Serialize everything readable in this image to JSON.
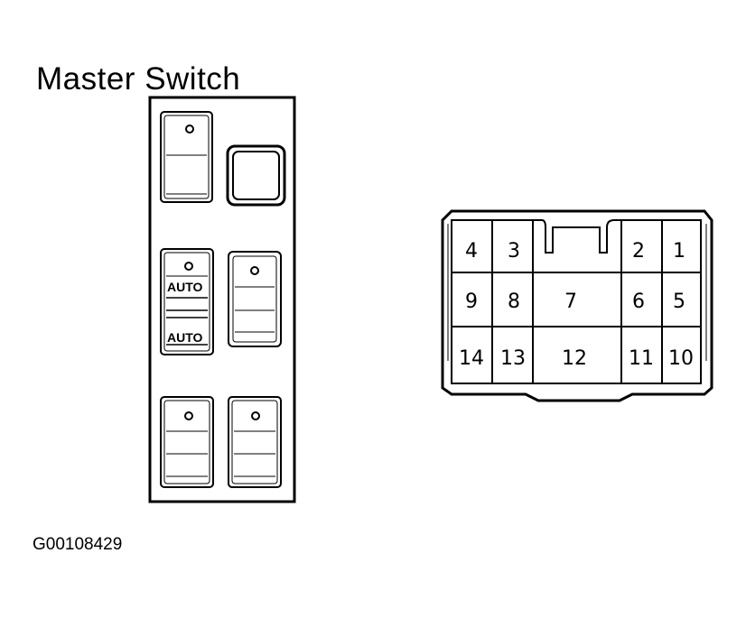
{
  "title": "Master Switch",
  "figure_id": "G00108429",
  "switch_labels": {
    "auto_upper": "AUTO",
    "auto_lower": "AUTO"
  },
  "connector": {
    "pins": [
      "1",
      "2",
      "3",
      "4",
      "5",
      "6",
      "7",
      "8",
      "9",
      "10",
      "11",
      "12",
      "13",
      "14"
    ]
  }
}
